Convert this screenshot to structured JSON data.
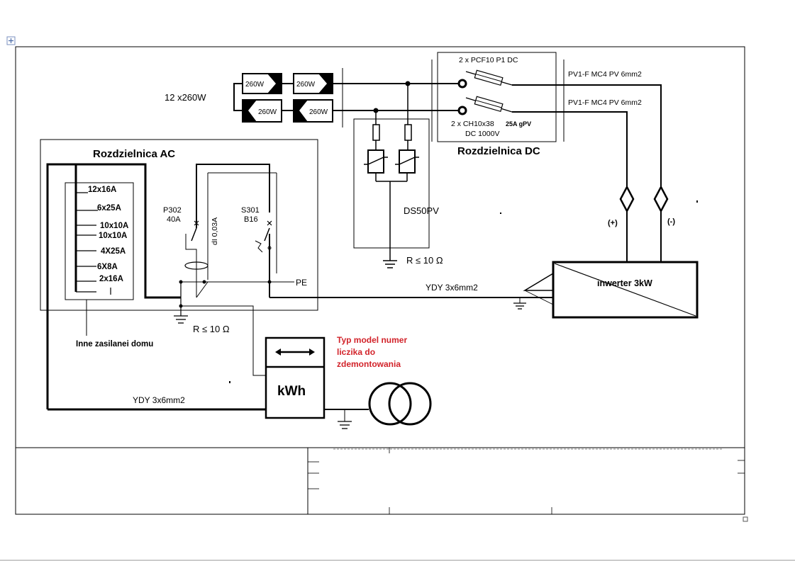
{
  "diagram": {
    "panels": [
      "260W",
      "260W",
      "260W",
      "260W"
    ],
    "panel_count_label": "12 x260W",
    "dc_fuses_top": "2 x PCF10 P1 DC",
    "dc_fuses_bottom_a": "2 x  CH10x38",
    "dc_fuses_bottom_b": "25A gPV",
    "dc_fuses_bottom_c": "DC 1000V",
    "dc_cable_1": "PV1-F MC4 PV 6mm2",
    "dc_cable_2": "PV1-F MC4 PV 6mm2",
    "dc_box_title": "Rozdzielnica DC",
    "surge_protector": "DS50PV",
    "ground_resistance_dc": "R ≤ 10 Ω",
    "polarity_plus": "(+)",
    "polarity_minus": "(-)",
    "inverter": "inwerter 3kW",
    "ac_box_title": "Rozdzielnica AC",
    "breakers": [
      "12x16A",
      "6x25A",
      "10x10A",
      "10x10A",
      "4X25A",
      "6X8A",
      "2x16A"
    ],
    "p302_a": "P302",
    "p302_b": "40A",
    "rcd_label": "dI 0,03A",
    "s301_a": "S301",
    "s301_b": "B16",
    "pe_label": "PE",
    "ac_cable_inverter": "YDY 3x6mm2",
    "ground_resistance_ac": "R ≤ 10 Ω",
    "other_supply": "Inne zasilanei domu",
    "meter_unit": "kWh",
    "meter_note_1": "Typ model numer",
    "meter_note_2": "liczika do",
    "meter_note_3": "zdemontowania",
    "ac_cable_meter": "YDY 3x6mm2",
    "note_color": "#d2232a"
  }
}
